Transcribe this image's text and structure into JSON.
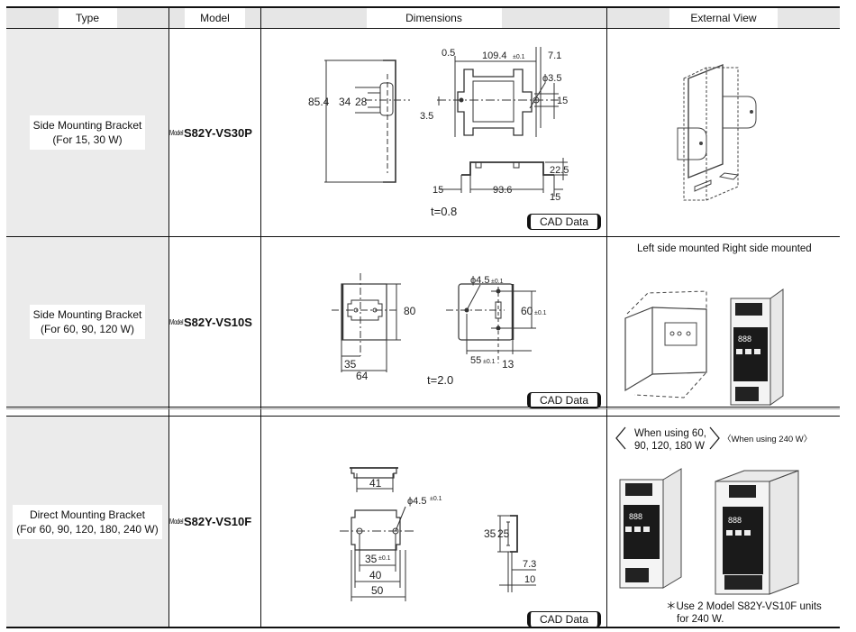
{
  "headers": {
    "type": "Type",
    "model": "Model",
    "dimensions": "Dimensions",
    "external_view": "External View"
  },
  "rows": [
    {
      "type_line1": "Side Mounting Bracket",
      "type_line2": "(For 15, 30 W)",
      "model_prefix": "Model",
      "model": "S82Y-VS30P",
      "dimensions": {
        "front_labels": [
          "85.4",
          "34",
          "28"
        ],
        "top_labels": [
          "0.5",
          "109.4",
          "±0.1",
          "7.1",
          "ϕ3.5",
          "3.5",
          "15"
        ],
        "side_labels": [
          "22.5",
          "15",
          "93.6",
          "15"
        ],
        "thickness": "t=0.8"
      },
      "cad_label": "CAD Data",
      "external_caption": ""
    },
    {
      "type_line1": "Side Mounting Bracket",
      "type_line2": "(For 60, 90, 120 W)",
      "model_prefix": "Model",
      "model": "S82Y-VS10S",
      "dimensions": {
        "left_labels": [
          "80",
          "35",
          "64"
        ],
        "right_labels": [
          "ϕ4.5",
          "±0.1",
          "60",
          "±0.1",
          "55",
          "±0.1",
          "13"
        ],
        "thickness": "t=2.0"
      },
      "cad_label": "CAD Data",
      "external_caption": "Left side mounted  Right side mounted",
      "display_digits": "888"
    },
    {
      "type_line1": "Direct Mounting Bracket",
      "type_line2": "(For 60, 90, 120, 180, 240 W)",
      "model_prefix": "Model",
      "model": "S82Y-VS10F",
      "dimensions": {
        "top_labels": [
          "41"
        ],
        "front_labels": [
          "ϕ4.5",
          "±0.1",
          "35",
          "±0.1",
          "40",
          "50"
        ],
        "side_labels": [
          "35",
          "25",
          "7.3",
          "10"
        ]
      },
      "cad_label": "CAD Data",
      "external_caption_left": "When using 60,",
      "external_caption_left2": "90, 120, 180 W",
      "external_caption_right": "〈When using 240 W〉",
      "footnote_line1": "＊Use 2 Model S82Y-VS10F units",
      "footnote_line2": "for 240 W.",
      "display_digits": "888"
    }
  ]
}
